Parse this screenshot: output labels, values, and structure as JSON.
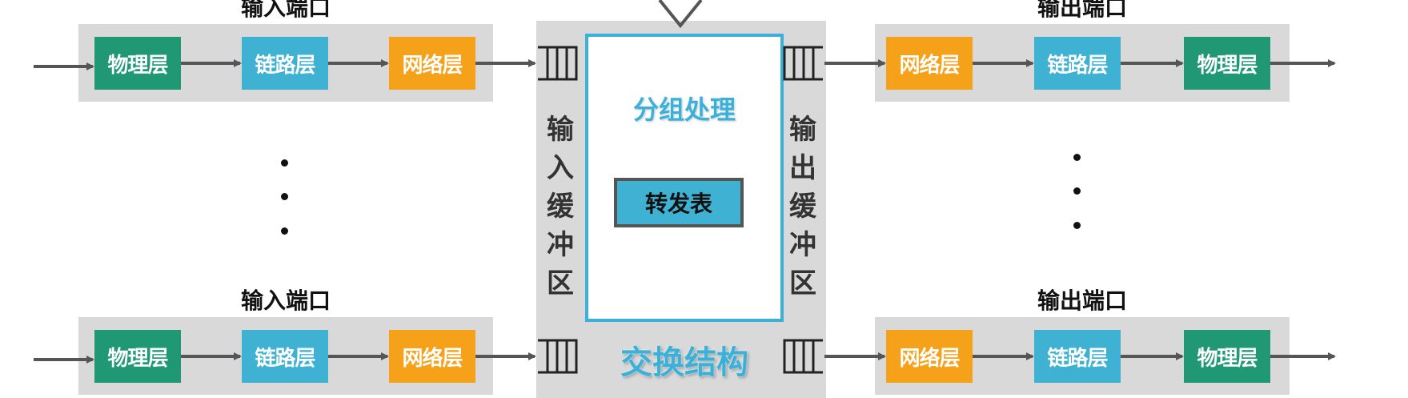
{
  "colors": {
    "physical": "#1f9873",
    "link": "#3fb2d4",
    "network": "#f6a11a",
    "band": "#d9d9d9",
    "accent": "#3bb0d8",
    "arrow": "#555555"
  },
  "input_ports": [
    {
      "title": "输入端口",
      "layers": [
        "物理层",
        "链路层",
        "网络层"
      ]
    },
    {
      "title": "输入端口",
      "layers": [
        "物理层",
        "链路层",
        "网络层"
      ]
    }
  ],
  "output_ports": [
    {
      "title": "输出端口",
      "layers": [
        "网络层",
        "链路层",
        "物理层"
      ]
    },
    {
      "title": "输出端口",
      "layers": [
        "网络层",
        "链路层",
        "物理层"
      ]
    }
  ],
  "switch": {
    "input_buffer": [
      "输",
      "入",
      "缓",
      "冲",
      "区"
    ],
    "output_buffer": [
      "输",
      "出",
      "缓",
      "冲",
      "区"
    ],
    "processing_title": "分组处理",
    "forwarding_table": "转发表",
    "fabric_label": "交换结构"
  },
  "ellipsis_icons": [
    "vertical-ellipsis-icon",
    "vertical-ellipsis-icon"
  ]
}
